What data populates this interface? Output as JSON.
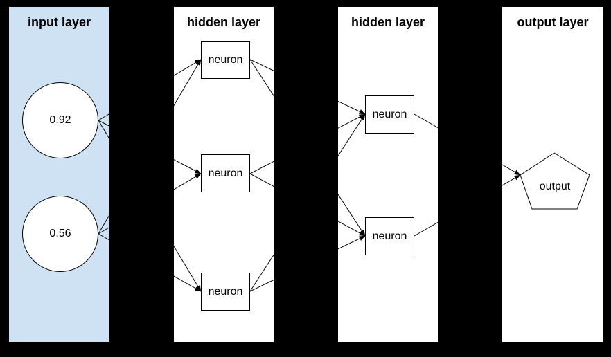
{
  "colors": {
    "page_background": "#000000",
    "input_layer_background": "#cfe2f3",
    "layer_panel_background": "#ffffff",
    "node_fill": "#ffffff",
    "line_and_border": "#000000",
    "text": "#000000"
  },
  "layers": [
    {
      "title": "input layer",
      "nodes": [
        {
          "id": "input-1",
          "shape": "circle",
          "label": "0.92"
        },
        {
          "id": "input-2",
          "shape": "circle",
          "label": "0.56"
        }
      ]
    },
    {
      "title": "hidden layer",
      "nodes": [
        {
          "id": "h1-1",
          "shape": "rect",
          "label": "neuron"
        },
        {
          "id": "h1-2",
          "shape": "rect",
          "label": "neuron"
        },
        {
          "id": "h1-3",
          "shape": "rect",
          "label": "neuron"
        }
      ]
    },
    {
      "title": "hidden layer",
      "nodes": [
        {
          "id": "h2-1",
          "shape": "rect",
          "label": "neuron"
        },
        {
          "id": "h2-2",
          "shape": "rect",
          "label": "neuron"
        }
      ]
    },
    {
      "title": "output layer",
      "nodes": [
        {
          "id": "out-1",
          "shape": "pentagon",
          "label": "output"
        }
      ]
    }
  ],
  "edges": [
    {
      "from": "input-1",
      "to": "h1-1"
    },
    {
      "from": "input-1",
      "to": "h1-2"
    },
    {
      "from": "input-1",
      "to": "h1-3"
    },
    {
      "from": "input-2",
      "to": "h1-1"
    },
    {
      "from": "input-2",
      "to": "h1-2"
    },
    {
      "from": "input-2",
      "to": "h1-3"
    },
    {
      "from": "h1-1",
      "to": "h2-1"
    },
    {
      "from": "h1-1",
      "to": "h2-2"
    },
    {
      "from": "h1-2",
      "to": "h2-1"
    },
    {
      "from": "h1-2",
      "to": "h2-2"
    },
    {
      "from": "h1-3",
      "to": "h2-1"
    },
    {
      "from": "h1-3",
      "to": "h2-2"
    },
    {
      "from": "h2-1",
      "to": "out-1"
    },
    {
      "from": "h2-2",
      "to": "out-1"
    }
  ]
}
